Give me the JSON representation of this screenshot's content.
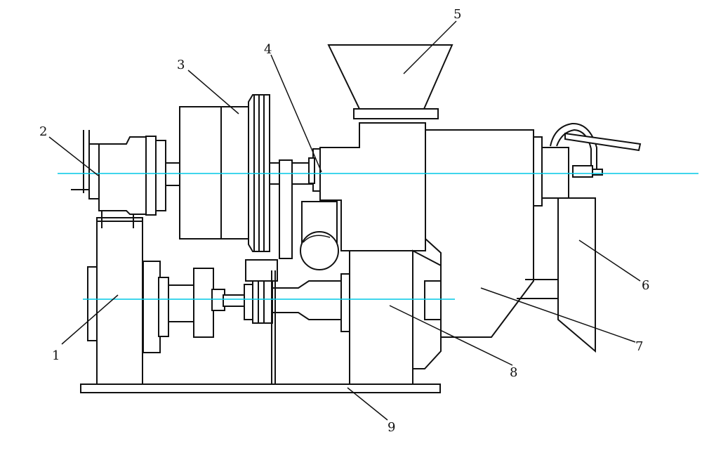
{
  "colors": {
    "line": "#111111",
    "axis": "#00c8e6",
    "background": "#ffffff"
  },
  "callouts": [
    {
      "id": "c1",
      "label": "1"
    },
    {
      "id": "c2",
      "label": "2"
    },
    {
      "id": "c3",
      "label": "3"
    },
    {
      "id": "c4",
      "label": "4"
    },
    {
      "id": "c5",
      "label": "5"
    },
    {
      "id": "c6",
      "label": "6"
    },
    {
      "id": "c7",
      "label": "7"
    },
    {
      "id": "c8",
      "label": "8"
    },
    {
      "id": "c9",
      "label": "9"
    }
  ]
}
